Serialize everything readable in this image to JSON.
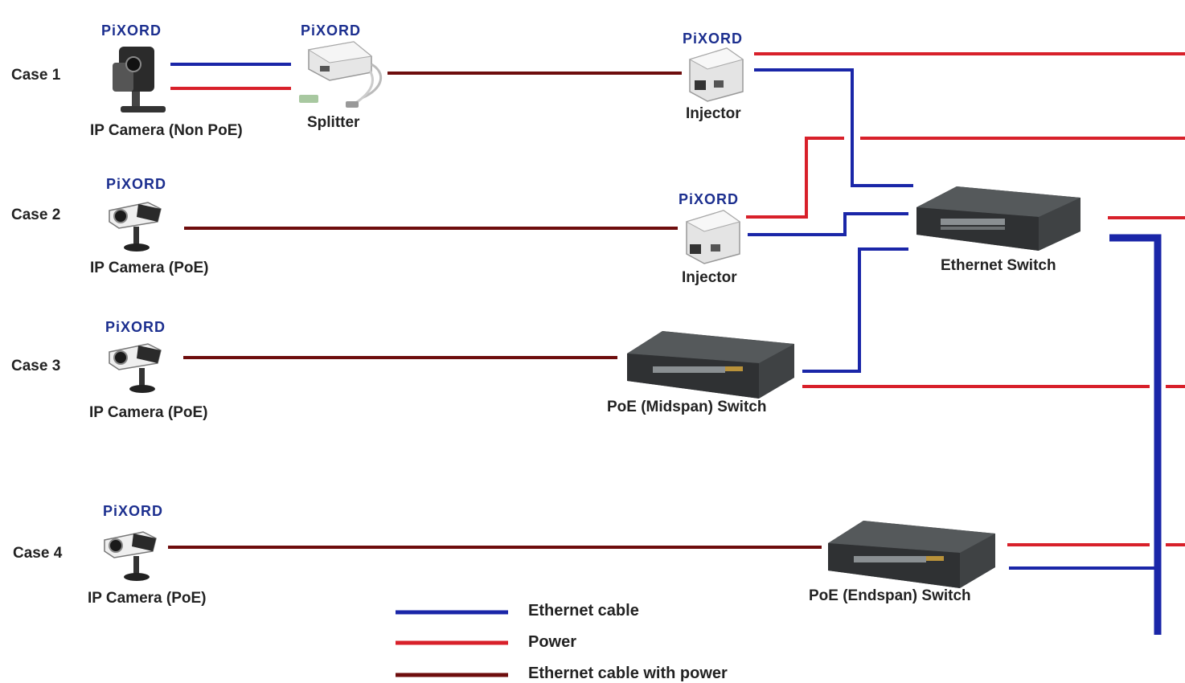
{
  "cases": {
    "c1": "Case 1",
    "c2": "Case 2",
    "c3": "Case 3",
    "c4": "Case 4"
  },
  "brand": "PiXORD",
  "devices": {
    "camera_nonpoe": "IP Camera (Non PoE)",
    "camera_poe": "IP Camera (PoE)",
    "splitter": "Splitter",
    "injector": "Injector",
    "ethernet_switch": "Ethernet Switch",
    "midspan_switch": "PoE (Midspan) Switch",
    "endspan_switch": "PoE (Endspan) Switch"
  },
  "legend": [
    {
      "label": "Ethernet cable",
      "color": "#1a26a8"
    },
    {
      "label": "Power",
      "color": "#d8202a"
    },
    {
      "label": "Ethernet cable with power",
      "color": "#6e0d0d"
    }
  ],
  "colors": {
    "ethernet": "#1a26a8",
    "power": "#d8202a",
    "ethernet_with_power": "#6e0d0d"
  }
}
